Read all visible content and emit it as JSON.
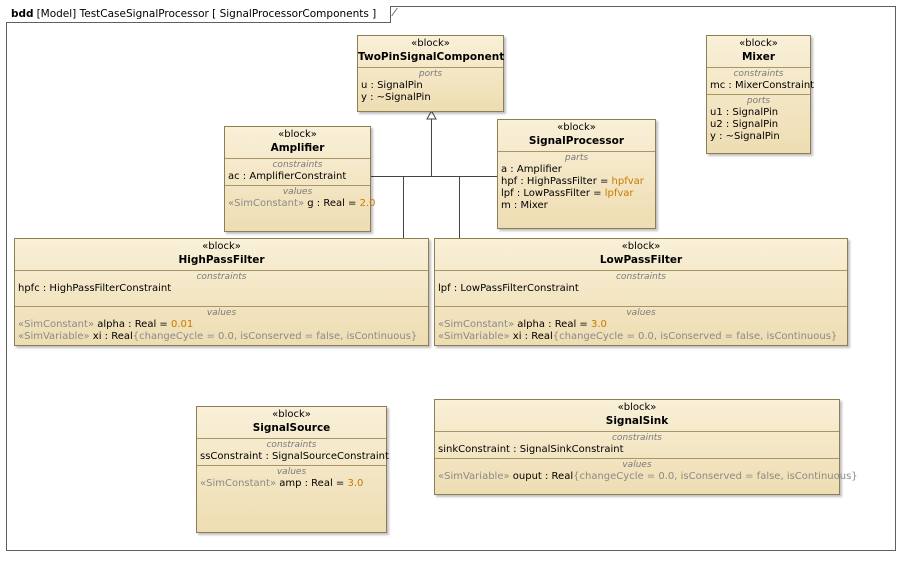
{
  "frame": {
    "keyword": "bdd",
    "label": "[Model] TestCaseSignalProcessor [ SignalProcessorComponents ]"
  },
  "blocks": {
    "twopin": {
      "stereotype": "«block»",
      "name": "TwoPinSignalComponent",
      "ports_title": "ports",
      "ports": [
        "u : SignalPin",
        "y : ~SignalPin"
      ]
    },
    "mixer": {
      "stereotype": "«block»",
      "name": "Mixer",
      "constraints_title": "constraints",
      "constraints": [
        "mc : MixerConstraint"
      ],
      "ports_title": "ports",
      "ports": [
        "u1 : SignalPin",
        "u2 : SignalPin",
        "y : ~SignalPin"
      ]
    },
    "amplifier": {
      "stereotype": "«block»",
      "name": "Amplifier",
      "constraints_title": "constraints",
      "constraints": [
        "ac : AmplifierConstraint"
      ],
      "values_title": "values",
      "values": [
        {
          "stereo": "«SimConstant»",
          "text": " g : Real = ",
          "val": "2.0"
        }
      ]
    },
    "signalprocessor": {
      "stereotype": "«block»",
      "name": "SignalProcessor",
      "parts_title": "parts",
      "parts": [
        {
          "text": "a : Amplifier",
          "val": ""
        },
        {
          "text": "hpf : HighPassFilter = ",
          "val": "hpfvar"
        },
        {
          "text": "lpf : LowPassFilter = ",
          "val": "lpfvar"
        },
        {
          "text": "m : Mixer",
          "val": ""
        }
      ]
    },
    "highpass": {
      "stereotype": "«block»",
      "name": "HighPassFilter",
      "constraints_title": "constraints",
      "constraints": [
        "hpfc : HighPassFilterConstraint"
      ],
      "values_title": "values",
      "values": [
        {
          "stereo": "«SimConstant»",
          "text": " alpha : Real = ",
          "val": "0.01",
          "tail": ""
        },
        {
          "stereo": "«SimVariable»",
          "text": " xi : Real",
          "val": "",
          "tail": "{changeCycle = 0.0, isConserved = false, isContinuous}"
        }
      ]
    },
    "lowpass": {
      "stereotype": "«block»",
      "name": "LowPassFilter",
      "constraints_title": "constraints",
      "constraints": [
        "lpf : LowPassFilterConstraint"
      ],
      "values_title": "values",
      "values": [
        {
          "stereo": "«SimConstant»",
          "text": " alpha : Real = ",
          "val": "3.0",
          "tail": ""
        },
        {
          "stereo": "«SimVariable»",
          "text": " xi : Real",
          "val": "",
          "tail": "{changeCycle = 0.0, isConserved = false, isContinuous}"
        }
      ]
    },
    "source": {
      "stereotype": "«block»",
      "name": "SignalSource",
      "constraints_title": "constraints",
      "constraints": [
        "ssConstraint : SignalSourceConstraint"
      ],
      "values_title": "values",
      "values": [
        {
          "stereo": "«SimConstant»",
          "text": " amp : Real = ",
          "val": "3.0"
        }
      ]
    },
    "sink": {
      "stereotype": "«block»",
      "name": "SignalSink",
      "constraints_title": "constraints",
      "constraints": [
        "sinkConstraint : SignalSinkConstraint"
      ],
      "values_title": "values",
      "values": [
        {
          "stereo": "«SimVariable»",
          "text": " ouput : Real",
          "tail": "{changeCycle = 0.0, isConserved = false, isContinuous}"
        }
      ]
    }
  }
}
